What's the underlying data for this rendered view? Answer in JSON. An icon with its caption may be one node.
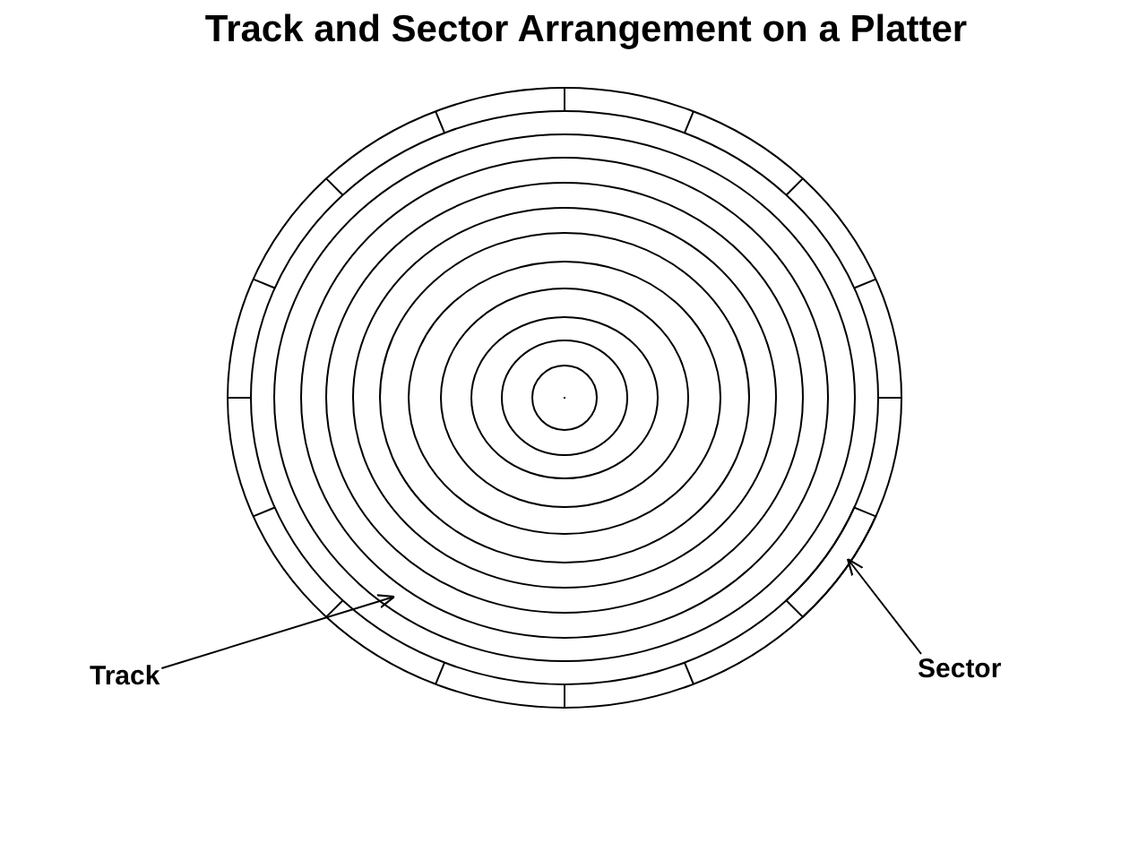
{
  "diagram": {
    "title": "Track and Sector Arrangement on a Platter",
    "nodes": [
      {
        "text": [
          "Track"
        ]
      },
      {
        "text": [],
        "shape": "ring"
      },
      {
        "text": [
          "Sector"
        ]
      },
      {
        "text": [],
        "shape": "arc"
      }
    ],
    "edges": [
      {
        "from": 0,
        "to": 1,
        "arrow": "to"
      },
      {
        "from": 2,
        "to": 3,
        "arrow": "to"
      }
    ]
  }
}
